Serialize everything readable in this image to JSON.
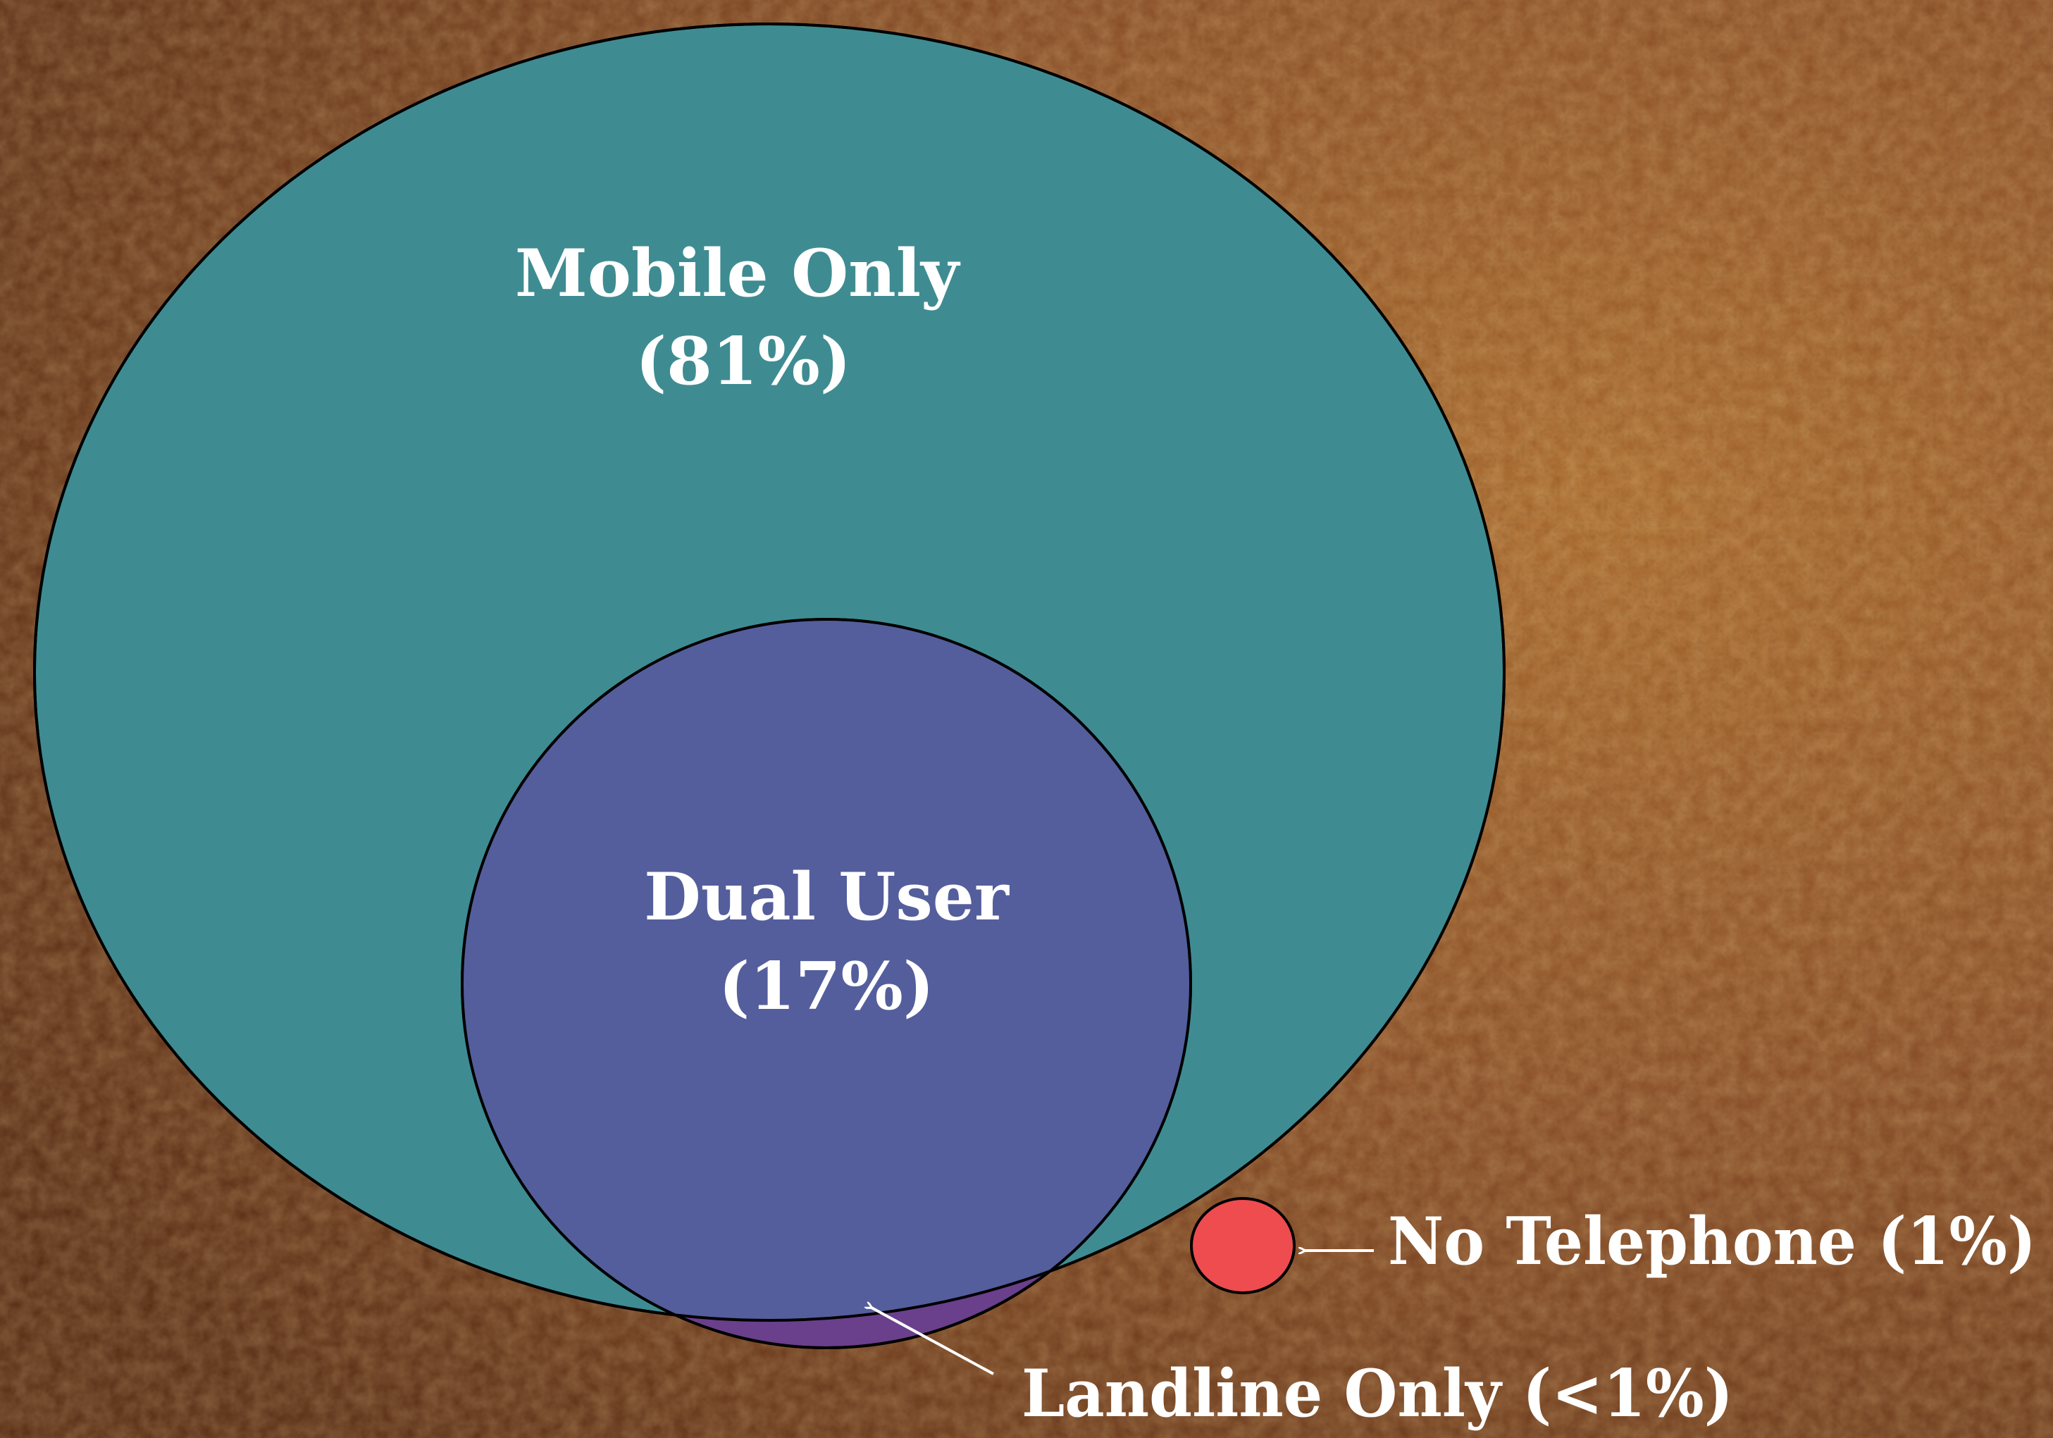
{
  "diagram": {
    "colors": {
      "background_dark": "#5a2f17",
      "background_warm": "#8a4f28",
      "background_bright": "#a86a2e",
      "mobile_only_fill": "#3e8c92",
      "dual_user_fill": "#545e9c",
      "landline_only_fill": "#6a3f8c",
      "no_telephone_fill": "#ee4c4f",
      "outline": "#000000",
      "text": "#ffffff",
      "arrow": "#ffffff"
    },
    "mobile_only": {
      "line1": "Mobile Only",
      "line2": "(81%)",
      "share_percent": 81
    },
    "dual_user": {
      "line1": "Dual User",
      "line2": "(17%)",
      "share_percent": 17
    },
    "no_telephone": {
      "label": "No Telephone (1%)",
      "share_percent": 1
    },
    "landline_only": {
      "label": "Landline Only (<1%)"
    }
  }
}
